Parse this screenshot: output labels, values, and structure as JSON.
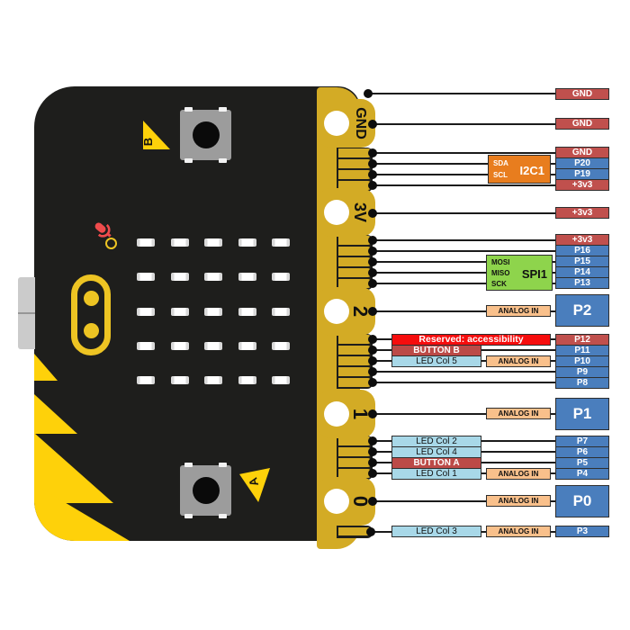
{
  "colors": {
    "board_black": "#1e1e1c",
    "connector_yellow": "#d3ab25",
    "accent_yellow": "#fed10a",
    "gpio_blue": "#4a7ebd",
    "power_red": "#c0504d",
    "reserved_red": "#f60d0d",
    "button_red": "#bc4a47",
    "led_col_blue": "#a8d8e8",
    "analog_orange": "#f9c08b",
    "i2c_orange": "#e87d1e",
    "spi_green": "#8ed44c"
  },
  "board": {
    "button_a": "A",
    "button_b": "B"
  },
  "edge": {
    "pads": [
      "GND",
      "3V",
      "2",
      "1",
      "0"
    ]
  },
  "modules": {
    "i2c": {
      "label": "I2C1",
      "sda": "SDA",
      "scl": "SCL"
    },
    "spi": {
      "label": "SPI1",
      "mosi": "MOSI",
      "miso": "MISO",
      "sck": "SCK"
    }
  },
  "rows": [
    {
      "pin": "GND"
    },
    {
      "pin": "GND"
    },
    {
      "pin": "GND"
    },
    {
      "pin": "P20"
    },
    {
      "pin": "P19"
    },
    {
      "pin": "+3v3"
    },
    {
      "pin": "+3v3"
    },
    {
      "pin": "+3v3"
    },
    {
      "pin": "P16"
    },
    {
      "pin": "P15"
    },
    {
      "pin": "P14"
    },
    {
      "pin": "P13"
    },
    {
      "pin": "P2",
      "tag": "ANALOG IN"
    },
    {
      "pin": "P12",
      "banner": "Reserved: accessibility"
    },
    {
      "pin": "P11",
      "function": "BUTTON B"
    },
    {
      "pin": "P10",
      "function": "LED Col 5",
      "tag": "ANALOG IN"
    },
    {
      "pin": "P9"
    },
    {
      "pin": "P8"
    },
    {
      "pin": "P1",
      "tag": "ANALOG IN"
    },
    {
      "pin": "P7",
      "function": "LED Col 2"
    },
    {
      "pin": "P6",
      "function": "LED Col 4"
    },
    {
      "pin": "P5",
      "function": "BUTTON A"
    },
    {
      "pin": "P4",
      "function": "LED Col 1",
      "tag": "ANALOG IN"
    },
    {
      "pin": "P0",
      "tag": "ANALOG IN"
    },
    {
      "pin": "P3",
      "function": "LED Col 3",
      "tag": "ANALOG IN"
    }
  ]
}
